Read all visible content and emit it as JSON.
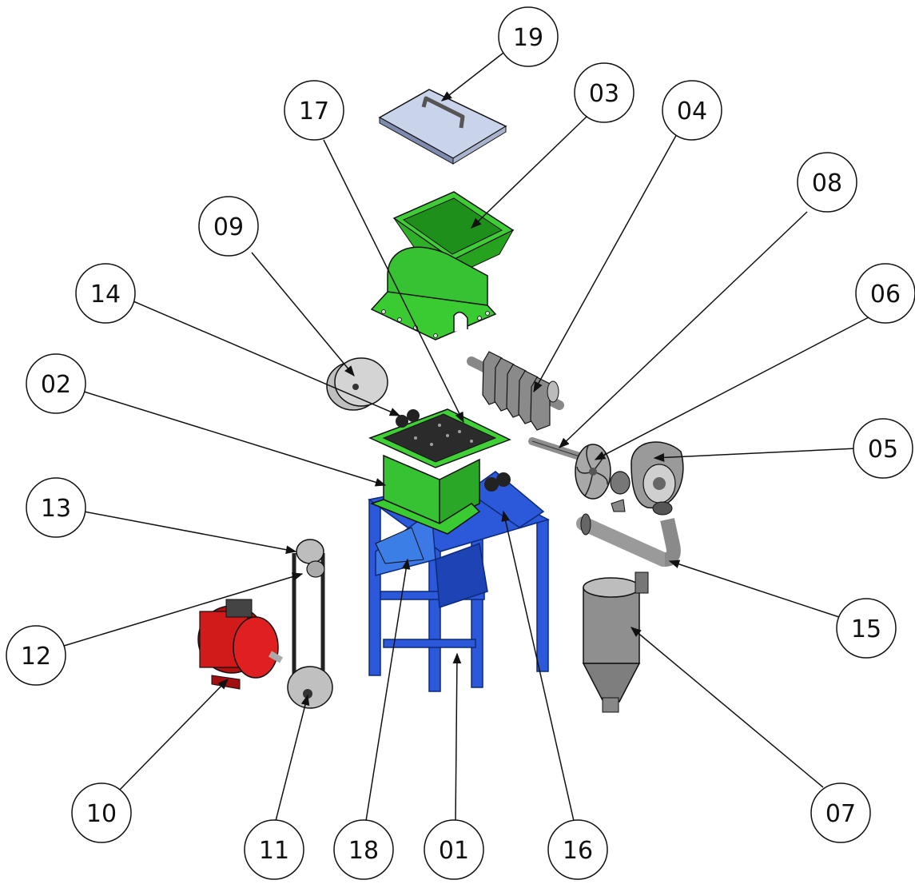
{
  "diagram": {
    "type": "exploded-assembly",
    "callouts": [
      {
        "id": "c01",
        "label": "01",
        "target": "frame"
      },
      {
        "id": "c02",
        "label": "02",
        "target": "crushing-chamber"
      },
      {
        "id": "c03",
        "label": "03",
        "target": "hopper"
      },
      {
        "id": "c04",
        "label": "04",
        "target": "rotor"
      },
      {
        "id": "c05",
        "label": "05",
        "target": "fan-housing"
      },
      {
        "id": "c06",
        "label": "06",
        "target": "impeller"
      },
      {
        "id": "c07",
        "label": "07",
        "target": "cyclone"
      },
      {
        "id": "c08",
        "label": "08",
        "target": "fan-shaft"
      },
      {
        "id": "c09",
        "label": "09",
        "target": "pulley"
      },
      {
        "id": "c10",
        "label": "10",
        "target": "motor"
      },
      {
        "id": "c11",
        "label": "11",
        "target": "motor-pulley"
      },
      {
        "id": "c12",
        "label": "12",
        "target": "v-belt"
      },
      {
        "id": "c13",
        "label": "13",
        "target": "small-pulley"
      },
      {
        "id": "c14",
        "label": "14",
        "target": "bearing"
      },
      {
        "id": "c15",
        "label": "15",
        "target": "discharge-pipe"
      },
      {
        "id": "c16",
        "label": "16",
        "target": "support-bracket"
      },
      {
        "id": "c17",
        "label": "17",
        "target": "screen"
      },
      {
        "id": "c18",
        "label": "18",
        "target": "discharge-chute"
      },
      {
        "id": "c19",
        "label": "19",
        "target": "cover"
      }
    ]
  },
  "colors": {
    "frame": "#2b59d9",
    "chamber": "#35c436",
    "motor": "#d11a1a",
    "metal": "#9a9a9a",
    "cover": "#c9d3ea",
    "outline": "#111111"
  }
}
